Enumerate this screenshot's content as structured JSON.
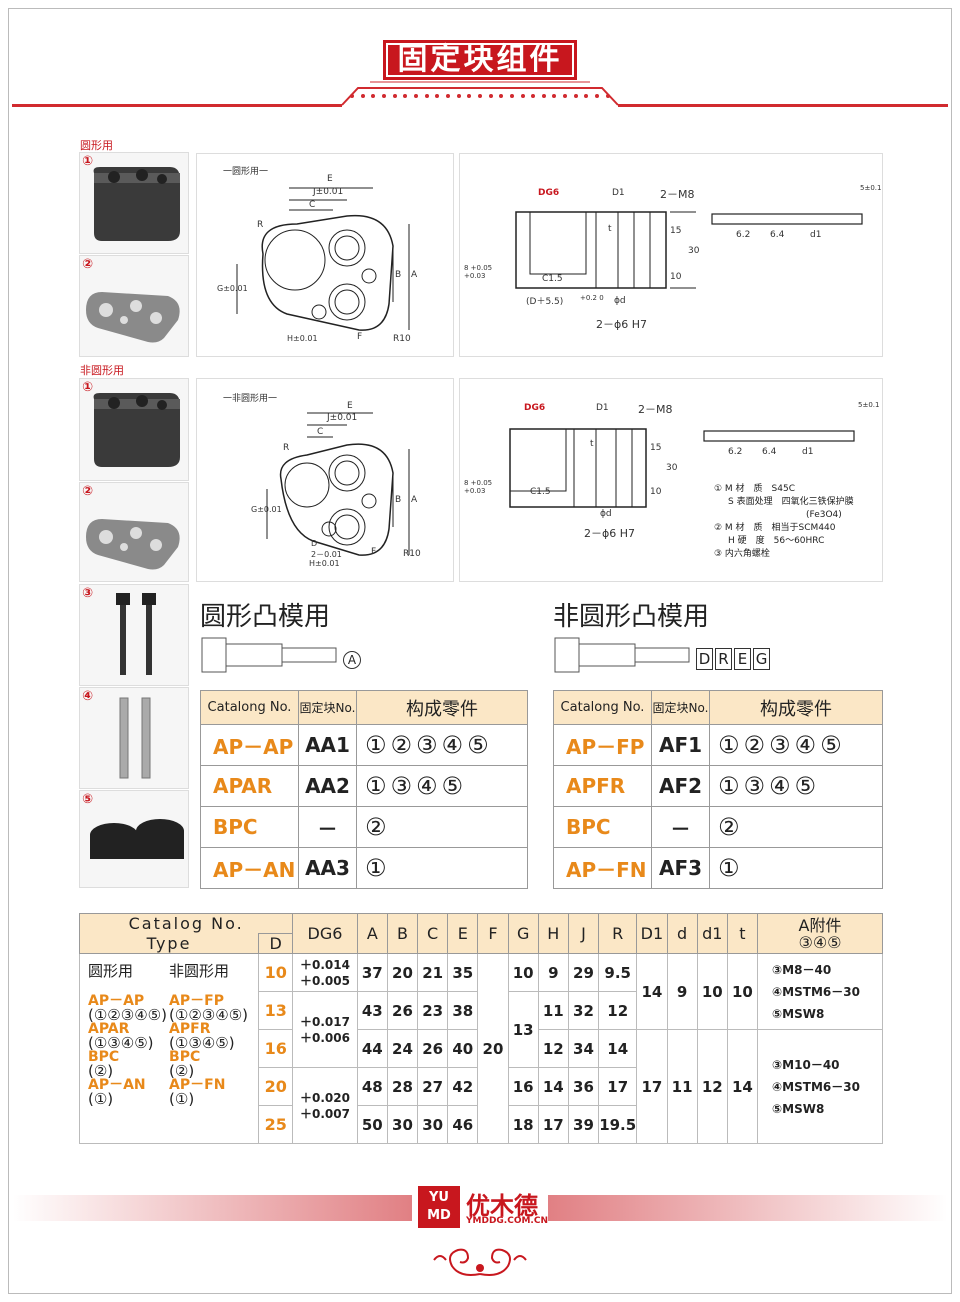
{
  "header": {
    "title": "固定块组件"
  },
  "sections": {
    "round": "圆形用",
    "nonround": "非圆形用"
  },
  "nums": [
    "①",
    "②",
    "①",
    "②",
    "③",
    "④",
    "⑤"
  ],
  "drawing1": {
    "caption": "一圆形用一",
    "labels": [
      "E",
      "J±0.01",
      "C",
      "R",
      "B",
      "A",
      "G±0.01",
      "H±0.01",
      "F",
      "R10"
    ]
  },
  "drawing2": {
    "labels": [
      "DG6",
      "D1",
      "2－M8",
      "t",
      "15",
      "30",
      "10",
      "C1.5",
      "8 +0.05 +0.03",
      "(D＋5.5)",
      "+0.2 0",
      "ϕd",
      "2－ϕ6 H7",
      "6.2",
      "6.4",
      "d1",
      "5±0.1"
    ]
  },
  "drawing3": {
    "caption": "一非圆形用一",
    "labels": [
      "E",
      "J±0.01",
      "C",
      "R",
      "B",
      "A",
      "G±0.01",
      "D",
      "2－0.01",
      "H±0.01",
      "F",
      "R10"
    ]
  },
  "drawing4": {
    "labels": [
      "DG6",
      "D1",
      "2－M8",
      "t",
      "15",
      "30",
      "10",
      "C1.5",
      "8 +0.05 +0.03",
      "ϕd",
      "2－ϕ6 H7",
      "6.2",
      "6.4",
      "d1",
      "5±0.1"
    ],
    "notes": [
      "① M 材　质　S45C",
      "S 表面处理　四氧化三铁保护膜",
      "(Fe3O4)",
      "② M 材　质　相当于SCM440",
      "H 硬　度　56～60HRC",
      "③ 内六角螺栓"
    ]
  },
  "parts": {
    "round_title": "圆形凸模用",
    "round_code": "A",
    "nonround_title": "非圆形凸模用",
    "nonround_code": [
      "D",
      "R",
      "E",
      "G"
    ]
  },
  "comp_round": {
    "headers": [
      "Catalong No.",
      "固定块No.",
      "构成零件"
    ],
    "rows": [
      [
        "AP－AP",
        "AA1",
        "①②③④⑤"
      ],
      [
        "APAR",
        "AA2",
        "①③④⑤"
      ],
      [
        "BPC",
        "－",
        "②"
      ],
      [
        "AP－AN",
        "AA3",
        "①"
      ]
    ]
  },
  "comp_nonround": {
    "headers": [
      "Catalong No.",
      "固定块No.",
      "构成零件"
    ],
    "rows": [
      [
        "AP－FP",
        "AF1",
        "①②③④⑤"
      ],
      [
        "APFR",
        "AF2",
        "①③④⑤"
      ],
      [
        "BPC",
        "－",
        "②"
      ],
      [
        "AP－FN",
        "AF3",
        "①"
      ]
    ]
  },
  "spec": {
    "h_catalog": "Catalog No.",
    "h_type": "Type",
    "h_d": "D",
    "cols": [
      "DG6",
      "A",
      "B",
      "C",
      "E",
      "F",
      "G",
      "H",
      "J",
      "R",
      "D1",
      "d",
      "d1",
      "t"
    ],
    "h_acc": "A附件",
    "h_acc2": "③④⑤",
    "types": {
      "round": "圆形用",
      "nonround": "非圆形用",
      "r1": "AP－AP",
      "r1s": "(①②③④⑤)",
      "r2": "APAR",
      "r2s": "(①③④⑤)",
      "r3": "BPC",
      "r3s": "(②)",
      "r4": "AP－AN",
      "r4s": "(①)",
      "n1": "AP－FP",
      "n1s": "(①②③④⑤)",
      "n2": "APFR",
      "n2s": "(①③④⑤)",
      "n3": "BPC",
      "n3s": "(②)",
      "n4": "AP－FN",
      "n4s": "(①)"
    },
    "rows": [
      {
        "D": "10",
        "A": "37",
        "B": "20",
        "C": "21",
        "E": "35",
        "H": "9",
        "J": "29",
        "R": "9.5"
      },
      {
        "D": "13",
        "A": "43",
        "B": "26",
        "C": "23",
        "E": "38",
        "H": "11",
        "J": "32",
        "R": "12"
      },
      {
        "D": "16",
        "A": "44",
        "B": "24",
        "C": "26",
        "E": "40",
        "H": "12",
        "J": "34",
        "R": "14"
      },
      {
        "D": "20",
        "A": "48",
        "B": "28",
        "C": "27",
        "E": "42",
        "H": "14",
        "J": "36",
        "R": "17"
      },
      {
        "D": "25",
        "A": "50",
        "B": "30",
        "C": "30",
        "E": "46",
        "H": "17",
        "J": "39",
        "R": "19.5"
      }
    ],
    "dg6": [
      "＋0.014",
      "＋0.005",
      "＋0.017",
      "＋0.006",
      "＋0.020",
      "＋0.007"
    ],
    "F": "20",
    "G": [
      "10",
      "13",
      "16",
      "18"
    ],
    "grp1": {
      "D1": "14",
      "d": "9",
      "d1": "10",
      "t": "10",
      "acc": [
        "③M8－40",
        "④MSTM6－30",
        "⑤MSW8"
      ]
    },
    "grp2": {
      "D1": "17",
      "d": "11",
      "d1": "12",
      "t": "14",
      "acc": [
        "③M10－40",
        "④MSTM6－30",
        "⑤MSW8"
      ]
    }
  },
  "footer": {
    "logo_top": "YU",
    "logo_bottom": "MD",
    "brand": "优木德",
    "url": "YMDDG.COM.CN"
  },
  "colors": {
    "red": "#c8171e",
    "orange": "#e8891a",
    "table_head": "#fbe7c6"
  }
}
